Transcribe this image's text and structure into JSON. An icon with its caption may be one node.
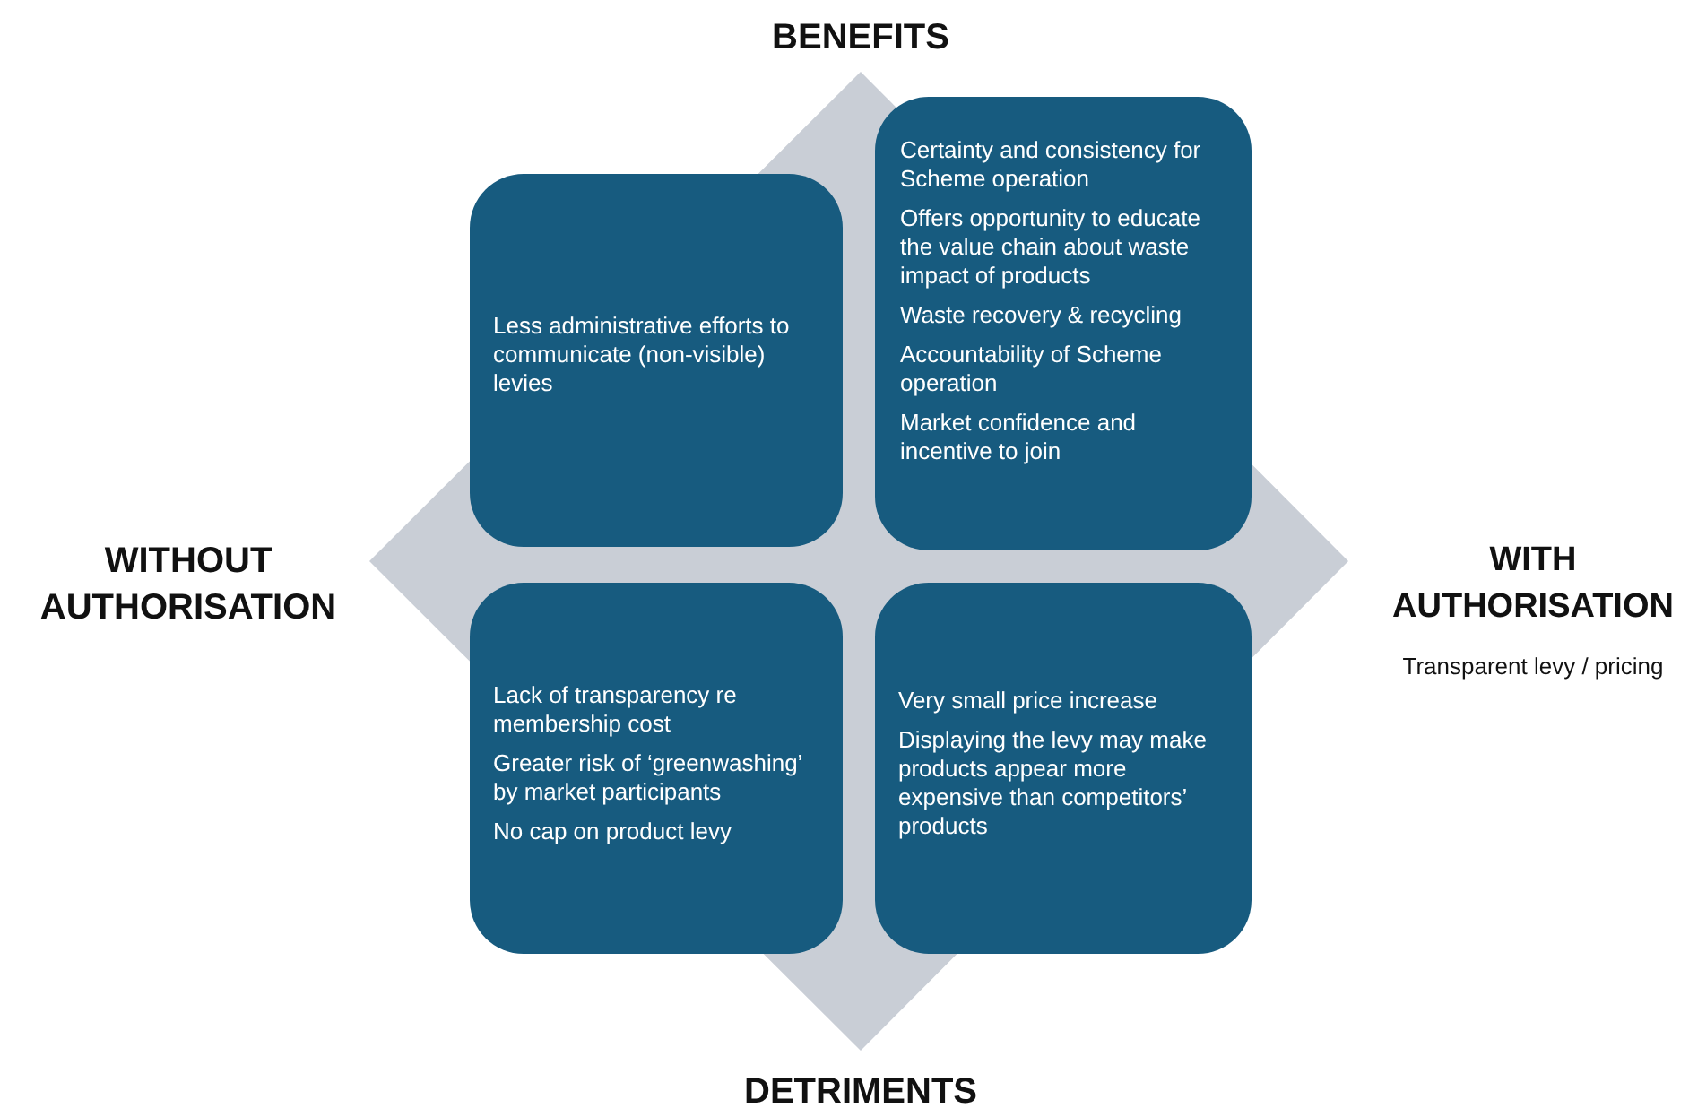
{
  "diagram": {
    "nodes": [
      {
        "text": [
          "Less administrative efforts to communicate (non-visible) levies"
        ]
      },
      {
        "text": [
          "Certainty and consistency for Scheme operation",
          "Offers opportunity to educate the value chain about waste impact of products",
          "Waste recovery & recycling",
          "Accountability of Scheme operation",
          "Market confidence and incentive to join"
        ]
      },
      {
        "text": [
          "Lack of transparency re membership cost",
          "Greater risk of ‘greenwashing’ by market participants",
          "No cap on product levy"
        ]
      },
      {
        "text": [
          "Very small price increase",
          "Displaying the levy may make products appear more expensive than competitors’ products"
        ]
      }
    ],
    "labels": [
      "BENEFITS",
      "WITHOUT AUTHORISATION",
      "WITH AUTHORISATION",
      "Transparent levy / pricing",
      "DETRIMENTS"
    ]
  }
}
